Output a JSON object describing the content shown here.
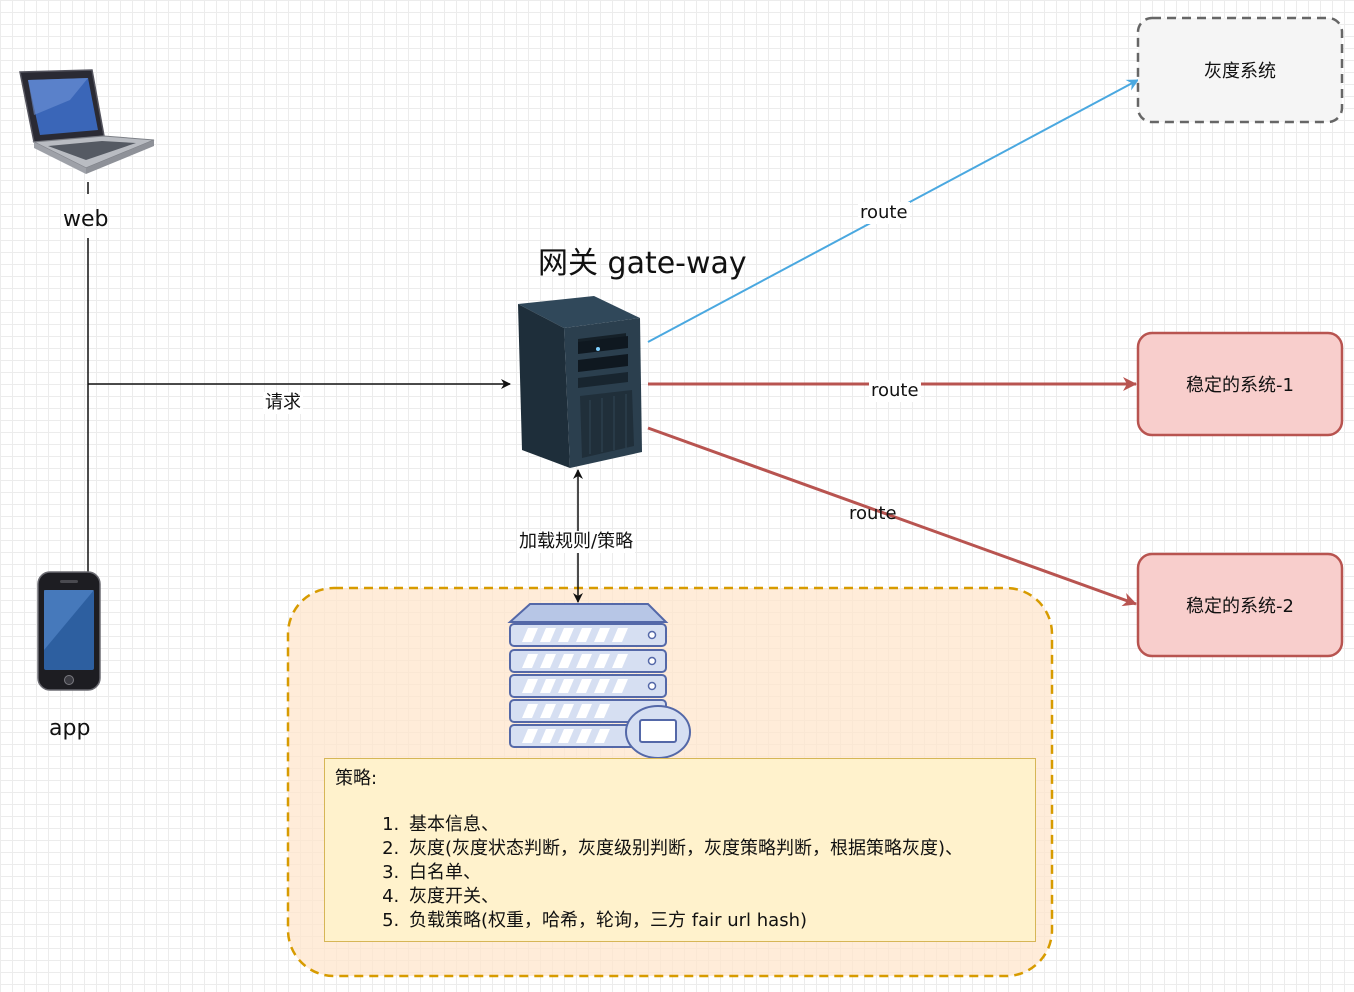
{
  "title": "网关 gate-way",
  "clients": {
    "web": {
      "label": "web",
      "icon": "laptop-icon"
    },
    "app": {
      "label": "app",
      "icon": "smartphone-icon"
    }
  },
  "gateway": {
    "icon": "server-tower-icon"
  },
  "rules_store": {
    "icon": "server-rack-icon"
  },
  "edges": {
    "request": "请求",
    "route_gray": "route",
    "route_stable_1": "route",
    "route_stable_2": "route",
    "load_rules": "加载规则/策略"
  },
  "targets": {
    "gray": "灰度系统",
    "stable_1": "稳定的系统-1",
    "stable_2": "稳定的系统-2"
  },
  "strategy": {
    "heading": "策略:",
    "items": [
      "基本信息、",
      "灰度(灰度状态判断，灰度级别判断，灰度策略判断，根据策略灰度)、",
      "白名单、",
      "灰度开关、",
      "负载策略(权重，哈希，轮询，三方 fair url hash)"
    ]
  },
  "colors": {
    "gray_route": "#4aa8e0",
    "stable_route": "#b85450",
    "stable_fill": "#f8cecc",
    "gray_fill": "#f5f5f5",
    "strategy_fill": "#fff2cc",
    "container_fill": "#ffe6cc",
    "container_border": "#d79b00"
  }
}
